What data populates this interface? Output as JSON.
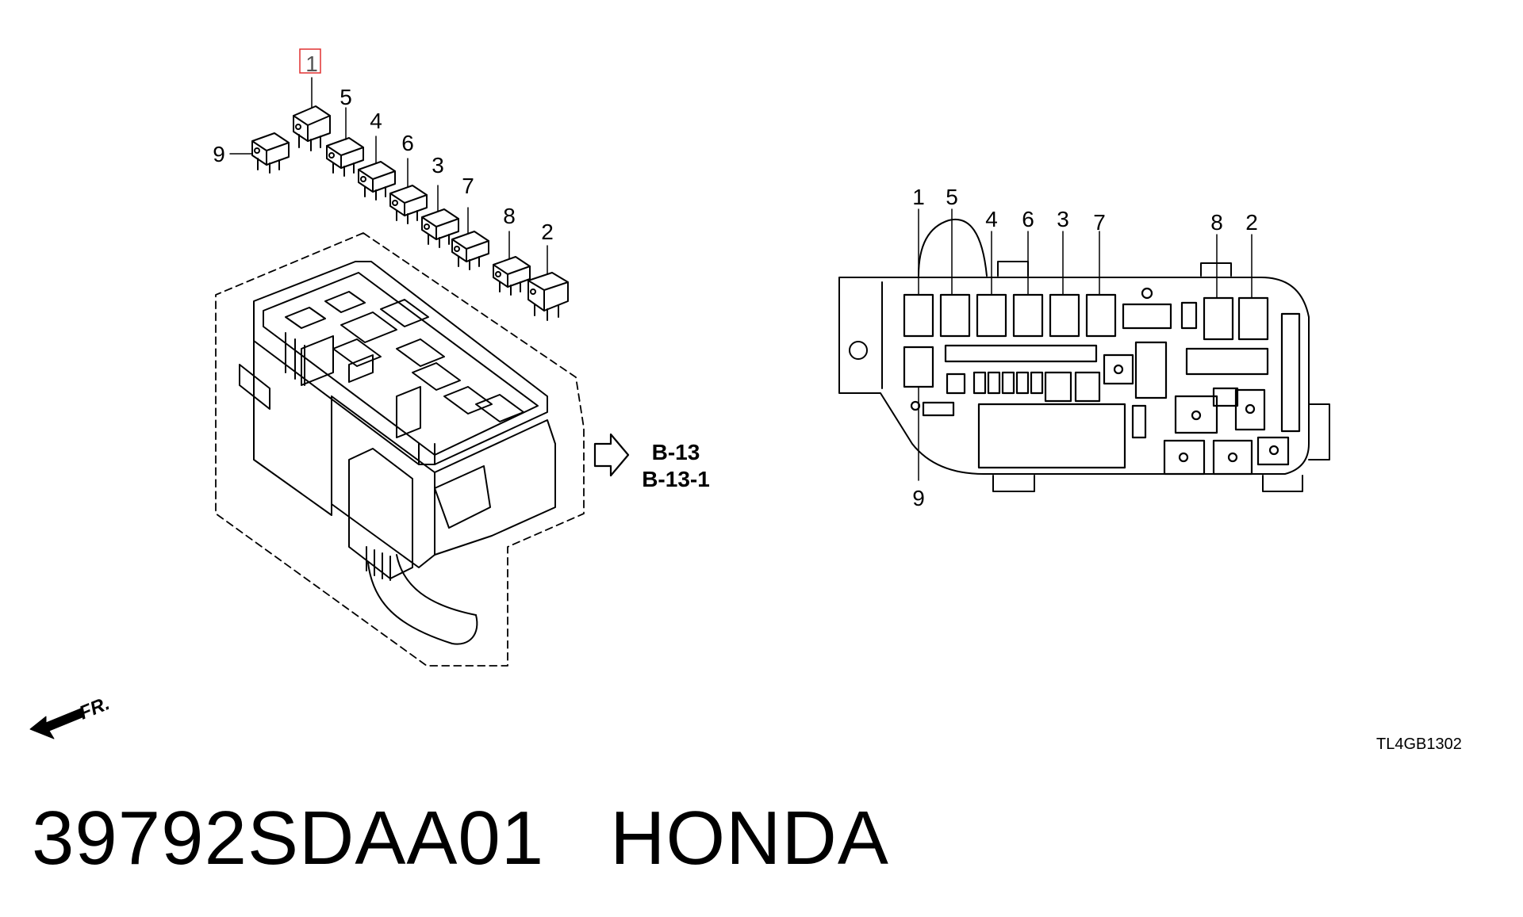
{
  "part_number": "39792SDAA01",
  "brand": "HONDA",
  "diagram_code": "TL4GB1302",
  "reference_lines": [
    "B-13",
    "B-13-1"
  ],
  "front_label": "FR.",
  "highlight_color": "#e03030",
  "left_callouts": [
    {
      "label": "1",
      "highlighted": true
    },
    {
      "label": "5",
      "highlighted": false
    },
    {
      "label": "4",
      "highlighted": false
    },
    {
      "label": "6",
      "highlighted": false
    },
    {
      "label": "3",
      "highlighted": false
    },
    {
      "label": "7",
      "highlighted": false
    },
    {
      "label": "8",
      "highlighted": false
    },
    {
      "label": "2",
      "highlighted": false
    },
    {
      "label": "9",
      "highlighted": false
    }
  ],
  "right_callouts": [
    "1",
    "5",
    "4",
    "6",
    "3",
    "7",
    "8",
    "2",
    "9"
  ]
}
